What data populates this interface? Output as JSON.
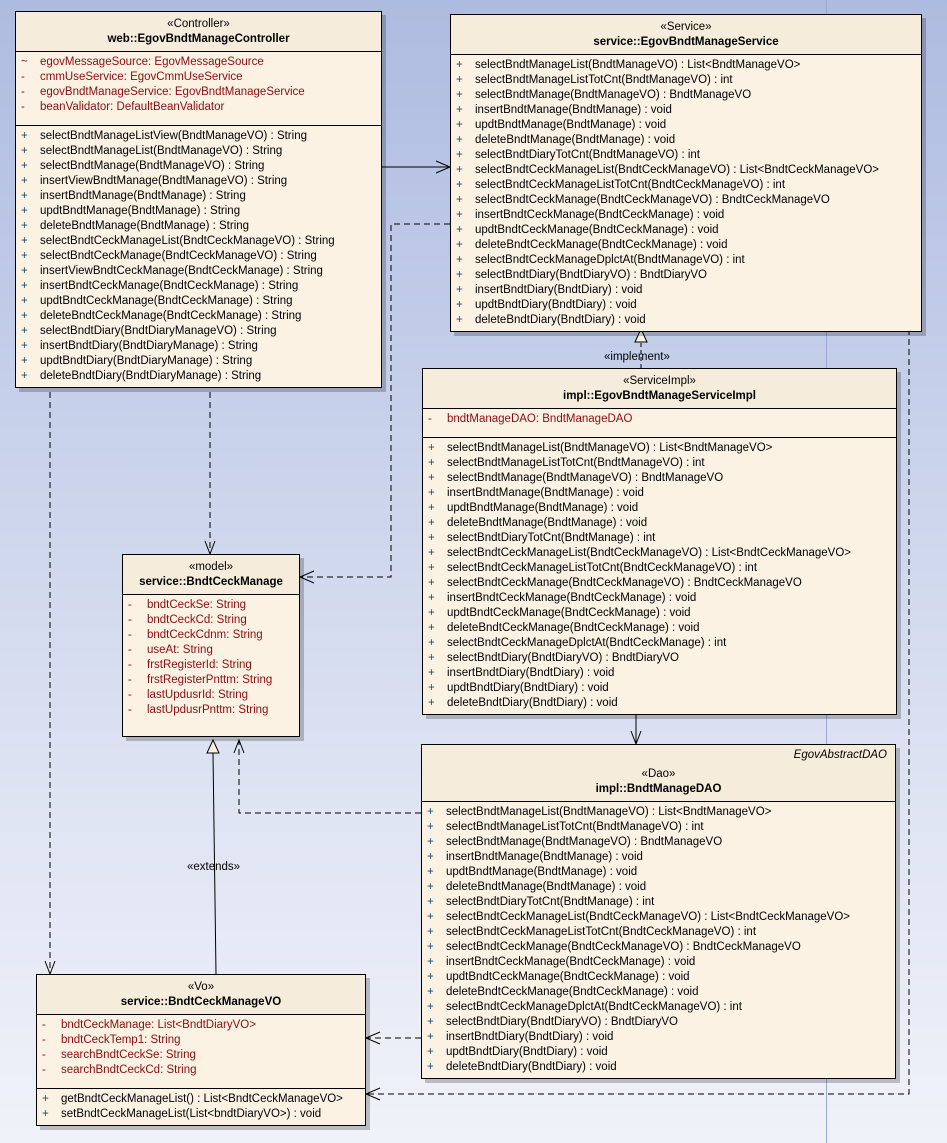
{
  "classes": {
    "controller": {
      "stereotype": "«Controller»",
      "name": "web::EgovBndtManageController",
      "attributes": [
        {
          "vis": "~",
          "text": "egovMessageSource:  EgovMessageSource"
        },
        {
          "vis": "-",
          "text": "cmmUseService:  EgovCmmUseService"
        },
        {
          "vis": "-",
          "text": "egovBndtManageService:  EgovBndtManageService"
        },
        {
          "vis": "-",
          "text": "beanValidator:  DefaultBeanValidator"
        }
      ],
      "operations": [
        {
          "vis": "+",
          "text": "selectBndtManageListView(BndtManageVO) : String"
        },
        {
          "vis": "+",
          "text": "selectBndtManageList(BndtManageVO) : String"
        },
        {
          "vis": "+",
          "text": "selectBndtManage(BndtManageVO) : String"
        },
        {
          "vis": "+",
          "text": "insertViewBndtManage(BndtManageVO) : String"
        },
        {
          "vis": "+",
          "text": "insertBndtManage(BndtManage) : String"
        },
        {
          "vis": "+",
          "text": "updtBndtManage(BndtManage) : String"
        },
        {
          "vis": "+",
          "text": "deleteBndtManage(BndtManage) : String"
        },
        {
          "vis": "+",
          "text": "selectBndtCeckManageList(BndtCeckManageVO) : String"
        },
        {
          "vis": "+",
          "text": "selectBndtCeckManage(BndtCeckManageVO) : String"
        },
        {
          "vis": "+",
          "text": "insertViewBndtCeckManage(BndtCeckManage) : String"
        },
        {
          "vis": "+",
          "text": "insertBndtCeckManage(BndtCeckManage) : String"
        },
        {
          "vis": "+",
          "text": "updtBndtCeckManage(BndtCeckManage) : String"
        },
        {
          "vis": "+",
          "text": "deleteBndtCeckManage(BndtCeckManage) : String"
        },
        {
          "vis": "+",
          "text": "selectBndtDiary(BndtDiaryManageVO) : String"
        },
        {
          "vis": "+",
          "text": "insertBndtDiary(BndtDiaryManage) : String"
        },
        {
          "vis": "+",
          "text": "updtBndtDiary(BndtDiaryManage) : String"
        },
        {
          "vis": "+",
          "text": "deleteBndtDiary(BndtDiaryManage) : String"
        }
      ]
    },
    "service": {
      "stereotype": "«Service»",
      "name": "service::EgovBndtManageService",
      "operations": [
        {
          "vis": "+",
          "text": "selectBndtManageList(BndtManageVO) : List<BndtManageVO>"
        },
        {
          "vis": "+",
          "text": "selectBndtManageListTotCnt(BndtManageVO) : int"
        },
        {
          "vis": "+",
          "text": "selectBndtManage(BndtManageVO) : BndtManageVO"
        },
        {
          "vis": "+",
          "text": "insertBndtManage(BndtManage) : void"
        },
        {
          "vis": "+",
          "text": "updtBndtManage(BndtManage) : void"
        },
        {
          "vis": "+",
          "text": "deleteBndtManage(BndtManage) : void"
        },
        {
          "vis": "+",
          "text": "selectBndtDiaryTotCnt(BndtManageVO) : int"
        },
        {
          "vis": "+",
          "text": "selectBndtCeckManageList(BndtCeckManageVO) : List<BndtCeckManageVO>"
        },
        {
          "vis": "+",
          "text": "selectBndtCeckManageListTotCnt(BndtCeckManageVO) : int"
        },
        {
          "vis": "+",
          "text": "selectBndtCeckManage(BndtCeckManageVO) : BndtCeckManageVO"
        },
        {
          "vis": "+",
          "text": "insertBndtCeckManage(BndtCeckManage) : void"
        },
        {
          "vis": "+",
          "text": "updtBndtCeckManage(BndtCeckManage) : void"
        },
        {
          "vis": "+",
          "text": "deleteBndtCeckManage(BndtCeckManage) : void"
        },
        {
          "vis": "+",
          "text": "selectBndtCeckManageDplctAt(BndtManageVO) : int"
        },
        {
          "vis": "+",
          "text": "selectBndtDiary(BndtDiaryVO) : BndtDiaryVO"
        },
        {
          "vis": "+",
          "text": "insertBndtDiary(BndtDiary) : void"
        },
        {
          "vis": "+",
          "text": "updtBndtDiary(BndtDiary) : void"
        },
        {
          "vis": "+",
          "text": "deleteBndtDiary(BndtDiary) : void"
        }
      ]
    },
    "service_impl": {
      "stereotype": "«ServiceImpl»",
      "name": "impl::EgovBndtManageServiceImpl",
      "attributes": [
        {
          "vis": "-",
          "text": "bndtManageDAO:  BndtManageDAO"
        }
      ],
      "operations": [
        {
          "vis": "+",
          "text": "selectBndtManageList(BndtManageVO) : List<BndtManageVO>"
        },
        {
          "vis": "+",
          "text": "selectBndtManageListTotCnt(BndtManageVO) : int"
        },
        {
          "vis": "+",
          "text": "selectBndtManage(BndtManageVO) : BndtManageVO"
        },
        {
          "vis": "+",
          "text": "insertBndtManage(BndtManage) : void"
        },
        {
          "vis": "+",
          "text": "updtBndtManage(BndtManage) : void"
        },
        {
          "vis": "+",
          "text": "deleteBndtManage(BndtManage) : void"
        },
        {
          "vis": "+",
          "text": "selectBndtDiaryTotCnt(BndtManage) : int"
        },
        {
          "vis": "+",
          "text": "selectBndtCeckManageList(BndtCeckManageVO) : List<BndtCeckManageVO>"
        },
        {
          "vis": "+",
          "text": "selectBndtCeckManageListTotCnt(BndtCeckManageVO) : int"
        },
        {
          "vis": "+",
          "text": "selectBndtCeckManage(BndtCeckManageVO) : BndtCeckManageVO"
        },
        {
          "vis": "+",
          "text": "insertBndtCeckManage(BndtCeckManage) : void"
        },
        {
          "vis": "+",
          "text": "updtBndtCeckManage(BndtCeckManage) : void"
        },
        {
          "vis": "+",
          "text": "deleteBndtCeckManage(BndtCeckManage) : void"
        },
        {
          "vis": "+",
          "text": "selectBndtCeckManageDplctAt(BndtCeckManage) : int"
        },
        {
          "vis": "+",
          "text": "selectBndtDiary(BndtDiaryVO) : BndtDiaryVO"
        },
        {
          "vis": "+",
          "text": "insertBndtDiary(BndtDiary) : void"
        },
        {
          "vis": "+",
          "text": "updtBndtDiary(BndtDiary) : void"
        },
        {
          "vis": "+",
          "text": "deleteBndtDiary(BndtDiary) : void"
        }
      ]
    },
    "dao": {
      "parent": "EgovAbstractDAO",
      "stereotype": "«Dao»",
      "name": "impl::BndtManageDAO",
      "operations": [
        {
          "vis": "+",
          "text": "selectBndtManageList(BndtManageVO) : List<BndtManageVO>"
        },
        {
          "vis": "+",
          "text": "selectBndtManageListTotCnt(BndtManageVO) : int"
        },
        {
          "vis": "+",
          "text": "selectBndtManage(BndtManageVO) : BndtManageVO"
        },
        {
          "vis": "+",
          "text": "insertBndtManage(BndtManage) : void"
        },
        {
          "vis": "+",
          "text": "updtBndtManage(BndtManage) : void"
        },
        {
          "vis": "+",
          "text": "deleteBndtManage(BndtManage) : void"
        },
        {
          "vis": "+",
          "text": "selectBndtDiaryTotCnt(BndtManage) : int"
        },
        {
          "vis": "+",
          "text": "selectBndtCeckManageList(BndtCeckManageVO) : List<BndtCeckManageVO>"
        },
        {
          "vis": "+",
          "text": "selectBndtCeckManageListTotCnt(BndtCeckManageVO) : int"
        },
        {
          "vis": "+",
          "text": "selectBndtCeckManage(BndtCeckManageVO) : BndtCeckManageVO"
        },
        {
          "vis": "+",
          "text": "insertBndtCeckManage(BndtCeckManage) : void"
        },
        {
          "vis": "+",
          "text": "updtBndtCeckManage(BndtCeckManage) : void"
        },
        {
          "vis": "+",
          "text": "deleteBndtCeckManage(BndtCeckManage) : void"
        },
        {
          "vis": "+",
          "text": "selectBndtCeckManageDplctAt(BndtCeckManageVO) : int"
        },
        {
          "vis": "+",
          "text": "selectBndtDiary(BndtDiaryVO) : BndtDiaryVO"
        },
        {
          "vis": "+",
          "text": "insertBndtDiary(BndtDiary) : void"
        },
        {
          "vis": "+",
          "text": "updtBndtDiary(BndtDiary) : void"
        },
        {
          "vis": "+",
          "text": "deleteBndtDiary(BndtDiary) : void"
        }
      ]
    },
    "model": {
      "stereotype": "«model»",
      "name": "service::BndtCeckManage",
      "attributes": [
        {
          "vis": "-",
          "text": "bndtCeckSe:  String"
        },
        {
          "vis": "-",
          "text": "bndtCeckCd:  String"
        },
        {
          "vis": "-",
          "text": "bndtCeckCdnm:  String"
        },
        {
          "vis": "-",
          "text": "useAt:  String"
        },
        {
          "vis": "-",
          "text": "frstRegisterId:  String"
        },
        {
          "vis": "-",
          "text": "frstRegisterPnttm:  String"
        },
        {
          "vis": "-",
          "text": "lastUpdusrId:  String"
        },
        {
          "vis": "-",
          "text": "lastUpdusrPnttm:  String"
        }
      ]
    },
    "vo": {
      "stereotype": "«Vo»",
      "name": "service::BndtCeckManageVO",
      "attributes": [
        {
          "vis": "-",
          "text": "bndtCeckManage:  List<BndtDiaryVO>"
        },
        {
          "vis": "-",
          "text": "bndtCeckTemp1:  String"
        },
        {
          "vis": "-",
          "text": "searchBndtCeckSe:  String"
        },
        {
          "vis": "-",
          "text": "searchBndtCeckCd:  String"
        }
      ],
      "operations": [
        {
          "vis": "+",
          "text": "getBndtCeckManageList() : List<BndtCeckManageVO>"
        },
        {
          "vis": "+",
          "text": "setBndtCeckManageList(List<bndtDiaryVO>) : void"
        }
      ]
    }
  },
  "connector_labels": {
    "implement": "«implement»",
    "extends": "«extends»"
  }
}
